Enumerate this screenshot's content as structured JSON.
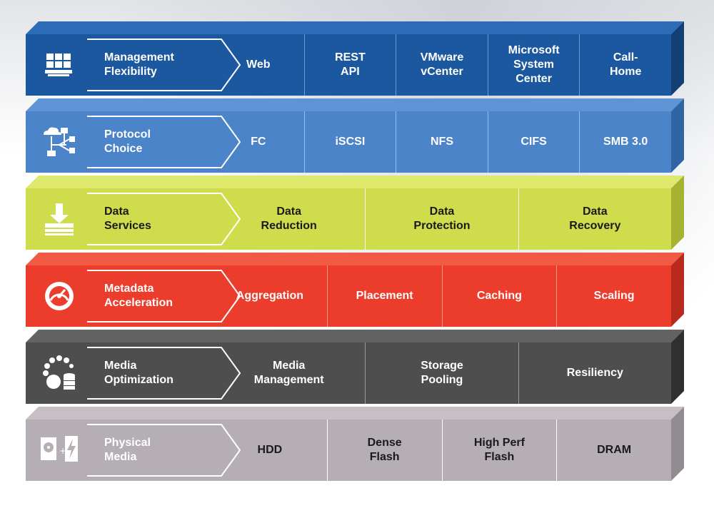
{
  "layers": [
    {
      "id": "management",
      "label": "Management\nFlexibility",
      "icon": "grid-layers-icon",
      "colors": {
        "front": "#1b58a0",
        "top": "#2d6cb6",
        "side": "#123f75",
        "text": "#ffffff",
        "divider": "#6f9bd0"
      },
      "cells": [
        "Web",
        "REST\nAPI",
        "VMware\nvCenter",
        "Microsoft\nSystem\nCenter",
        "Call-\nHome"
      ]
    },
    {
      "id": "protocol",
      "label": "Protocol\nChoice",
      "icon": "network-diagram-icon",
      "colors": {
        "front": "#4b84c9",
        "top": "#5f95d6",
        "side": "#3164a3",
        "text": "#ffffff",
        "divider": "#9cbde6"
      },
      "cells": [
        "FC",
        "iSCSI",
        "NFS",
        "CIFS",
        "SMB 3.0"
      ]
    },
    {
      "id": "data-services",
      "label": "Data\nServices",
      "icon": "download-tray-icon",
      "colors": {
        "front": "#cfdc4c",
        "top": "#dde86c",
        "side": "#a7b330",
        "text": "#1a1a1a",
        "divider": "#ffffff"
      },
      "cells": [
        "Data\nReduction",
        "Data\nProtection",
        "Data\nRecovery"
      ]
    },
    {
      "id": "metadata",
      "label": "Metadata\nAcceleration",
      "icon": "speedometer-icon",
      "colors": {
        "front": "#ec3d2c",
        "top": "#f25a44",
        "side": "#b72a1c",
        "text": "#ffffff",
        "divider": "#f79b8f"
      },
      "cells": [
        "Aggregation",
        "Placement",
        "Caching",
        "Scaling"
      ]
    },
    {
      "id": "media-optimization",
      "label": "Media\nOptimization",
      "icon": "database-dots-icon",
      "colors": {
        "front": "#4e4e4e",
        "top": "#636363",
        "side": "#2f2f2f",
        "text": "#ffffff",
        "divider": "#9a9a9a"
      },
      "cells": [
        "Media\nManagement",
        "Storage\nPooling",
        "Resiliency"
      ]
    },
    {
      "id": "physical-media",
      "label": "Physical\nMedia",
      "icon": "disk-flash-icon",
      "colors": {
        "front": "#b5aeb4",
        "top": "#c6c0c5",
        "side": "#928b91",
        "text": "#1a1a1a",
        "labelText": "#ffffff",
        "divider": "#ffffff"
      },
      "cells": [
        "HDD",
        "Dense\nFlash",
        "High Perf\nFlash",
        "DRAM"
      ]
    }
  ]
}
